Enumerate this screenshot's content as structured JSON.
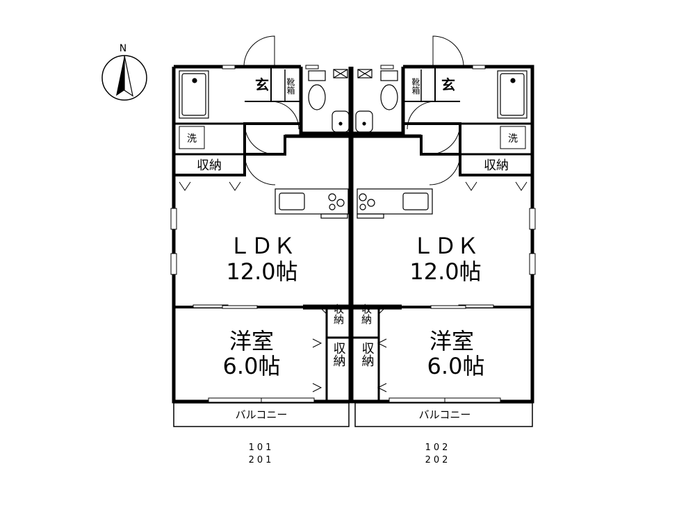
{
  "compass": {
    "north_label": "N"
  },
  "units": [
    {
      "id": "left",
      "ldk": {
        "name": "ＬＤＫ",
        "size": "12.0帖"
      },
      "bedroom": {
        "name": "洋室",
        "size": "6.0帖"
      },
      "storage_main": "収納",
      "storage_small": "収納",
      "storage_closet": "収納",
      "entrance": "玄",
      "shoe_box": "靴箱",
      "washer": "洗",
      "balcony": "バルコニー",
      "unit_numbers": [
        "101",
        "201"
      ]
    },
    {
      "id": "right",
      "ldk": {
        "name": "ＬＤＫ",
        "size": "12.0帖"
      },
      "bedroom": {
        "name": "洋室",
        "size": "6.0帖"
      },
      "storage_main": "収納",
      "storage_small": "収納",
      "storage_closet": "収納",
      "entrance": "玄",
      "shoe_box": "靴箱",
      "washer": "洗",
      "balcony": "バルコニー",
      "unit_numbers": [
        "102",
        "202"
      ]
    }
  ]
}
